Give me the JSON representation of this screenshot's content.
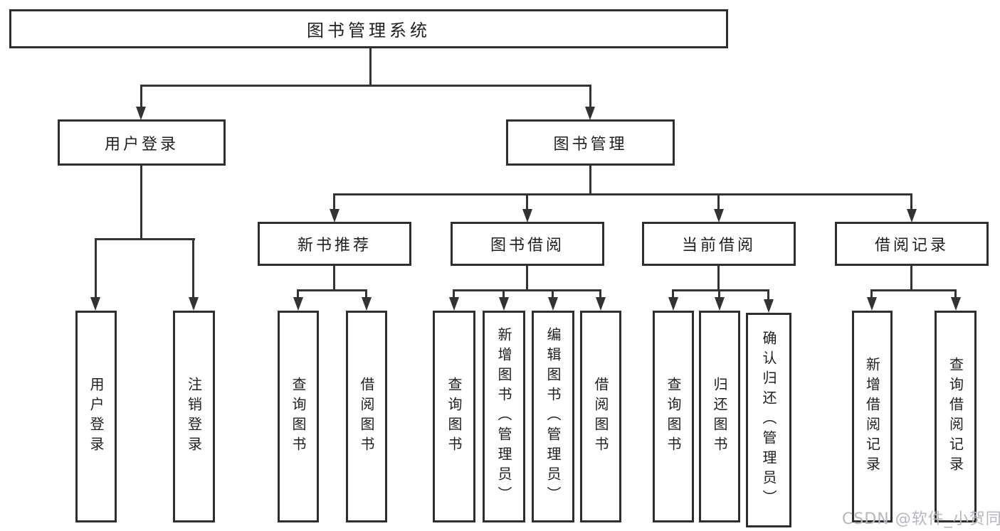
{
  "diagram": {
    "title": "图书管理系统",
    "nodes": {
      "root": "图书管理系统",
      "user_login": "用户登录",
      "book_mgmt": "图书管理",
      "new_book_rec": "新书推荐",
      "book_borrow": "图书借阅",
      "current_borrow": "当前借阅",
      "borrow_record": "借阅记录",
      "leaf_user_login": "用户登录",
      "leaf_logout": "注销登录",
      "leaf_query_book_1": "查询图书",
      "leaf_borrow_book_1": "借阅图书",
      "leaf_query_book_2": "查询图书",
      "leaf_add_book": "新增图书（管理员）",
      "leaf_edit_book": "编辑图书（管理员）",
      "leaf_borrow_book_2": "借阅图书",
      "leaf_query_book_3": "查询图书",
      "leaf_return_book": "归还图书",
      "leaf_confirm_return": "确认归还（管理员）",
      "leaf_add_record": "新增借阅记录",
      "leaf_query_record": "查询借阅记录"
    },
    "watermark": "CSDN @软件_小贺同学",
    "colors": {
      "line": "#333333",
      "border": "#2e2e2e",
      "text": "#1f1f1f",
      "watermark": "#b4b7bb",
      "background": "#ffffff"
    }
  }
}
